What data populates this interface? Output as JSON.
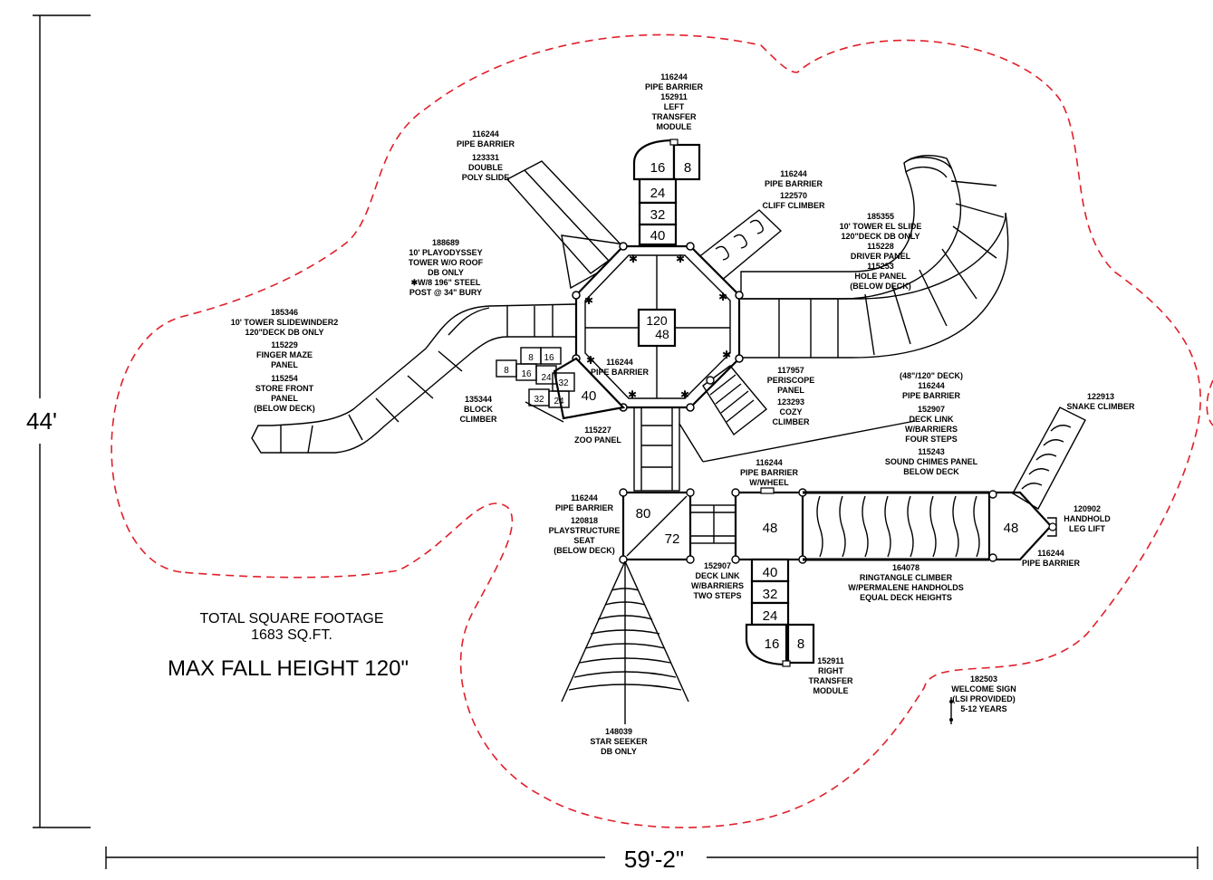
{
  "dimensions": {
    "height": "44'",
    "width": "59'-2\""
  },
  "summary": {
    "line1": "TOTAL SQUARE FOOTAGE",
    "line2": "1683 SQ.FT.",
    "line3": "MAX FALL HEIGHT 120\""
  },
  "labels": {
    "transfer_left": [
      "116244",
      "PIPE BARRIER",
      "152911",
      "LEFT",
      "TRANSFER",
      "MODULE"
    ],
    "double_slide": [
      "116244",
      "PIPE BARRIER",
      "123331",
      "DOUBLE",
      "POLY SLIDE"
    ],
    "tower": [
      "188689",
      "10' PLAYODYSSEY",
      "TOWER W/O ROOF",
      "DB ONLY",
      "✱W/8 196\" STEEL",
      "POST @ 34\" BURY"
    ],
    "cliff": [
      "116244",
      "PIPE BARRIER",
      "122570",
      "CLIFF CLIMBER"
    ],
    "el_slide": [
      "185355",
      "10' TOWER EL SLIDE",
      "120\"DECK DB ONLY",
      "115228",
      "DRIVER PANEL",
      "115253",
      "HOLE PANEL",
      "(BELOW DECK)"
    ],
    "slidewinder": [
      "185346",
      "10' TOWER SLIDEWINDER2",
      "120\"DECK DB ONLY",
      "115229",
      "FINGER MAZE",
      "PANEL",
      "115254",
      "STORE FRONT",
      "PANEL",
      "(BELOW DECK)"
    ],
    "pipe_mid": [
      "116244",
      "PIPE BARRIER"
    ],
    "block": [
      "135344",
      "BLOCK",
      "CLIMBER"
    ],
    "zoo": [
      "115227",
      "ZOO PANEL"
    ],
    "periscope": [
      "117957",
      "PERISCOPE",
      "PANEL",
      "123293",
      "COZY",
      "CLIMBER"
    ],
    "deck_link_four": [
      "(48\"/120\" DECK)",
      "116244",
      "PIPE BARRIER",
      "152907",
      "DECK LINK",
      "W/BARRIERS",
      "FOUR STEPS",
      "115243",
      "SOUND CHIMES PANEL",
      "BELOW DECK"
    ],
    "snake": [
      "122913",
      "SNAKE CLIMBER"
    ],
    "wheel": [
      "116244",
      "PIPE BARRIER",
      "W/WHEEL"
    ],
    "seat": [
      "116244",
      "PIPE BARRIER",
      "120818",
      "PLAYSTRUCTURE",
      "SEAT",
      "(BELOW DECK)"
    ],
    "deck_link_two": [
      "152907",
      "DECK LINK",
      "W/BARRIERS",
      "TWO STEPS"
    ],
    "ringtangle": [
      "164078",
      "RINGTANGLE CLIMBER",
      "W/PERMALENE HANDHOLDS",
      "EQUAL DECK HEIGHTS"
    ],
    "handhold": [
      "120902",
      "HANDHOLD",
      "LEG LIFT"
    ],
    "pipe_right": [
      "116244",
      "PIPE BARRIER"
    ],
    "transfer_right": [
      "152911",
      "RIGHT",
      "TRANSFER",
      "MODULE"
    ],
    "welcome": [
      "182503",
      "WELCOME SIGN",
      "(LSI PROVIDED)",
      "5-12 YEARS"
    ],
    "star": [
      "148039",
      "STAR SEEKER",
      "DB ONLY"
    ]
  },
  "heights": {
    "tl_16": "16",
    "tl_8": "8",
    "tl_24": "24",
    "tl_32": "32",
    "tl_40": "40",
    "tower_120": "120",
    "tower_48": "48",
    "blk_8a": "8",
    "blk_16a": "16",
    "blk_8b": "8",
    "blk_16b": "16",
    "blk_24a": "24",
    "blk_32a": "32",
    "blk_32b": "32",
    "blk_24b": "24",
    "deck_40": "40",
    "seat_80": "80",
    "seat_72": "72",
    "deck_48": "48",
    "tr_40": "40",
    "tr_32": "32",
    "tr_24": "24",
    "tr_16": "16",
    "tr_8": "8",
    "right_48": "48"
  },
  "colors": {
    "boundary": "#e0202a",
    "ink": "#000000"
  }
}
